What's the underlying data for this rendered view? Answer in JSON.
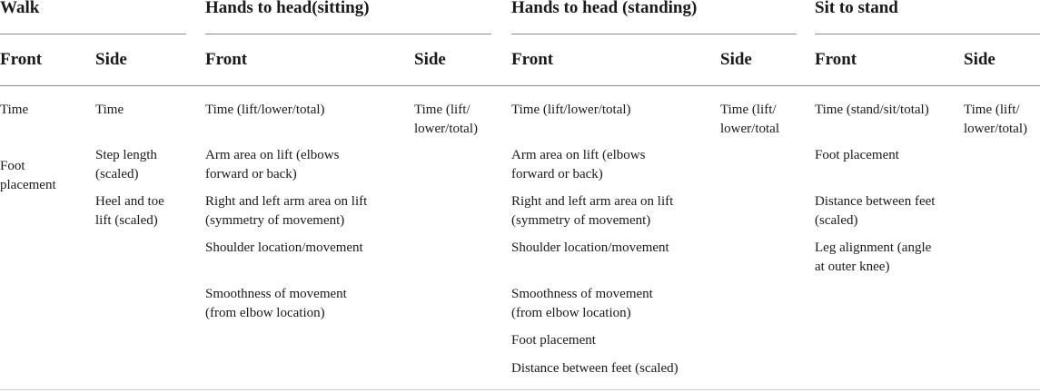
{
  "groups": [
    {
      "title": "Walk",
      "front": "Front",
      "side": "Side"
    },
    {
      "title": "Hands to head(sitting)",
      "front": "Front",
      "side": "Side"
    },
    {
      "title": "Hands to head (standing)",
      "front": "Front",
      "side": "Side"
    },
    {
      "title": "Sit to stand",
      "front": "Front",
      "side": "Side"
    }
  ],
  "cells": {
    "walk_front": [
      "Time",
      "Foot\nplacement"
    ],
    "walk_side": [
      "Time",
      "Step length\n(scaled)",
      "Heel and toe\nlift (scaled)"
    ],
    "sitting_front": [
      "Time (lift/lower/total)",
      "Arm area on lift (elbows\nforward or back)",
      "Right and left arm area on lift\n(symmetry of movement)",
      "Shoulder location/movement",
      "Smoothness of movement\n(from elbow location)"
    ],
    "sitting_side": [
      "Time (lift/\nlower/total)"
    ],
    "standing_front": [
      "Time (lift/lower/total)",
      "Arm area on lift (elbows\nforward or back)",
      "Right and left arm area on lift\n(symmetry of movement)",
      "Shoulder location/movement",
      "Smoothness of movement\n(from elbow location)",
      "Foot placement",
      "Distance between feet (scaled)"
    ],
    "standing_side": [
      "Time (lift/\nlower/total"
    ],
    "sts_front": [
      "Time (stand/sit/total)",
      "Foot placement",
      "Distance between feet\n(scaled)",
      "Leg alignment (angle\nat outer knee)"
    ],
    "sts_side": [
      "Time (lift/\nlower/total)"
    ]
  }
}
